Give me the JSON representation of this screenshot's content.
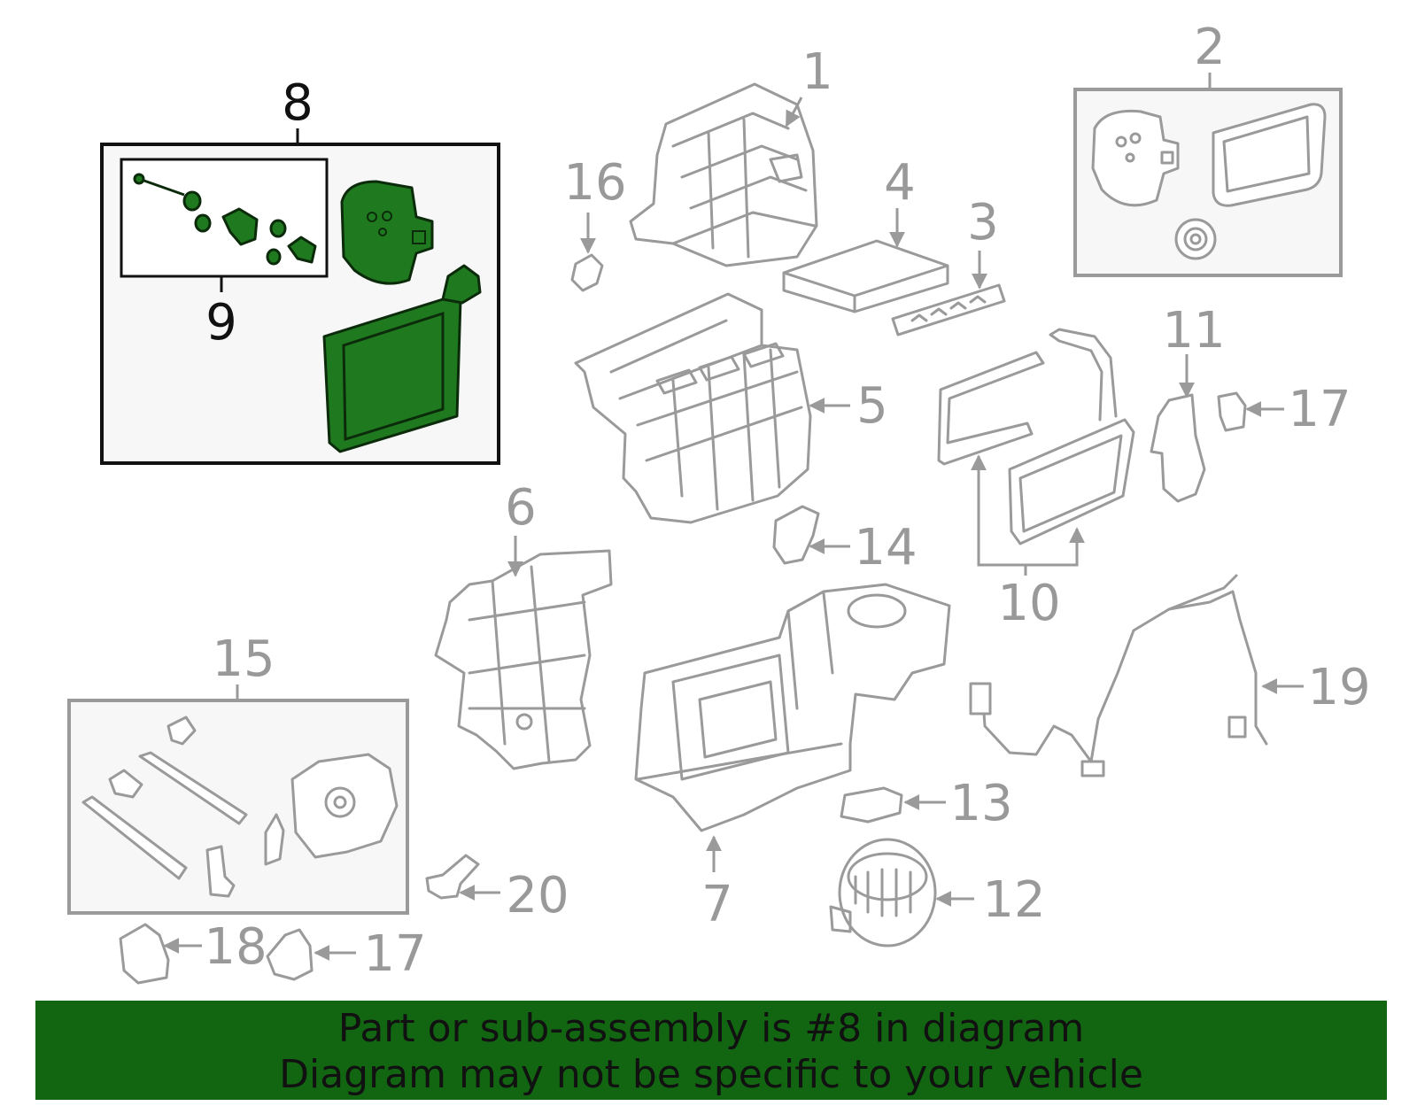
{
  "callouts": {
    "c1": "1",
    "c2": "2",
    "c3": "3",
    "c4": "4",
    "c5": "5",
    "c6": "6",
    "c7": "7",
    "c8": "8",
    "c9": "9",
    "c10": "10",
    "c11": "11",
    "c12": "12",
    "c13": "13",
    "c14": "14",
    "c15": "15",
    "c16": "16",
    "c17a": "17",
    "c17b": "17",
    "c18": "18",
    "c19": "19",
    "c20": "20"
  },
  "highlighted_part": "8",
  "colors": {
    "highlight": "#1f7a1f",
    "banner": "#126612",
    "part_outline": "#9a9a9a"
  },
  "banner": {
    "line1": "Part or sub-assembly is #8 in diagram",
    "line2": "Diagram may not be specific to your vehicle"
  }
}
